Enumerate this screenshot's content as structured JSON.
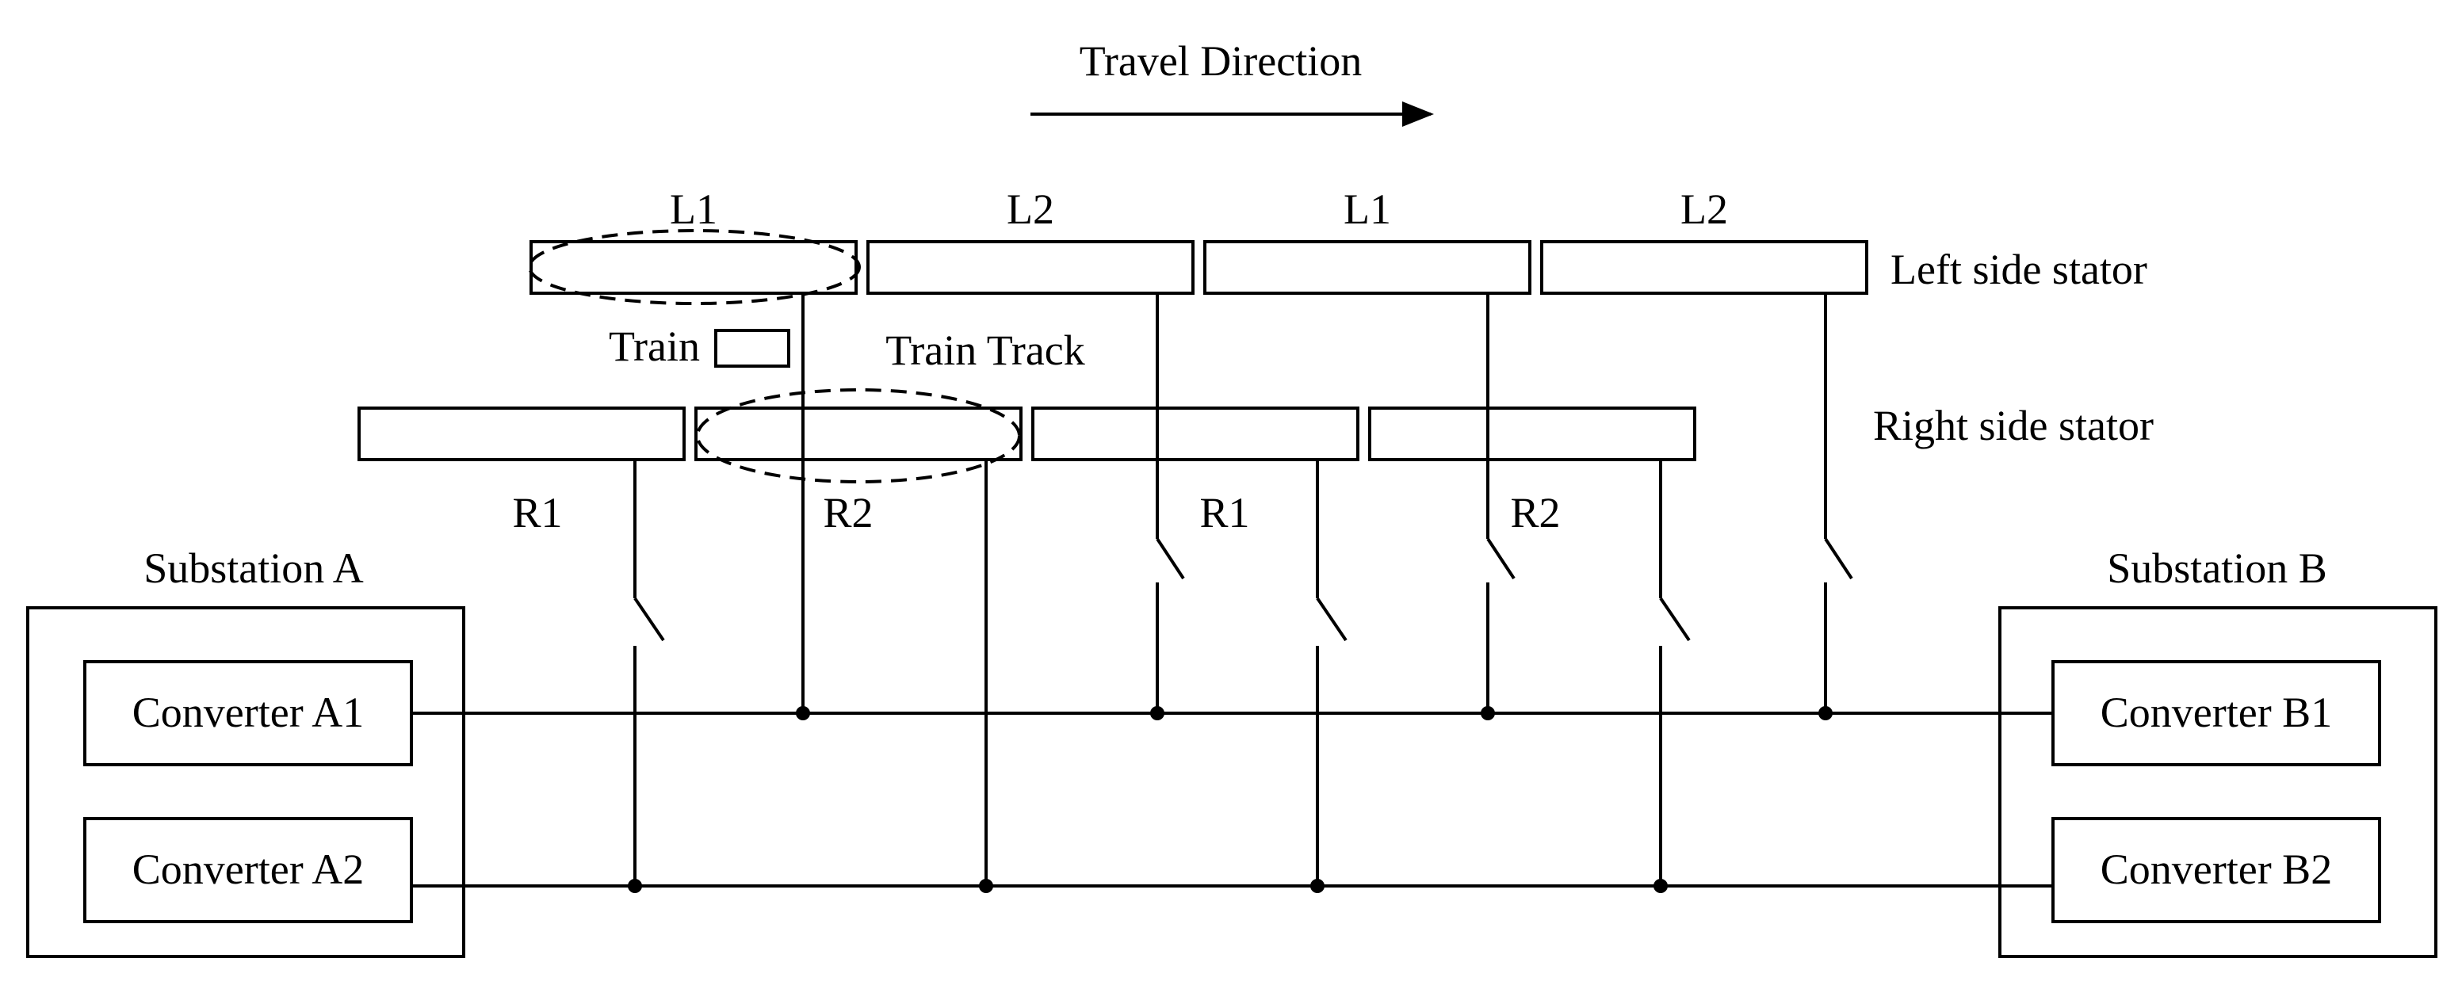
{
  "travel_direction": "Travel Direction",
  "left_stator_label": "Left side stator",
  "right_stator_label": "Right side stator",
  "train_label": "Train",
  "train_track_label": "Train Track",
  "left_segments": [
    "L1",
    "L2",
    "L1",
    "L2"
  ],
  "right_segments": [
    "R1",
    "R2",
    "R1",
    "R2"
  ],
  "substation_a": {
    "title": "Substation A",
    "converters": [
      "Converter A1",
      "Converter A2"
    ]
  },
  "substation_b": {
    "title": "Substation B",
    "converters": [
      "Converter B1",
      "Converter B2"
    ]
  }
}
